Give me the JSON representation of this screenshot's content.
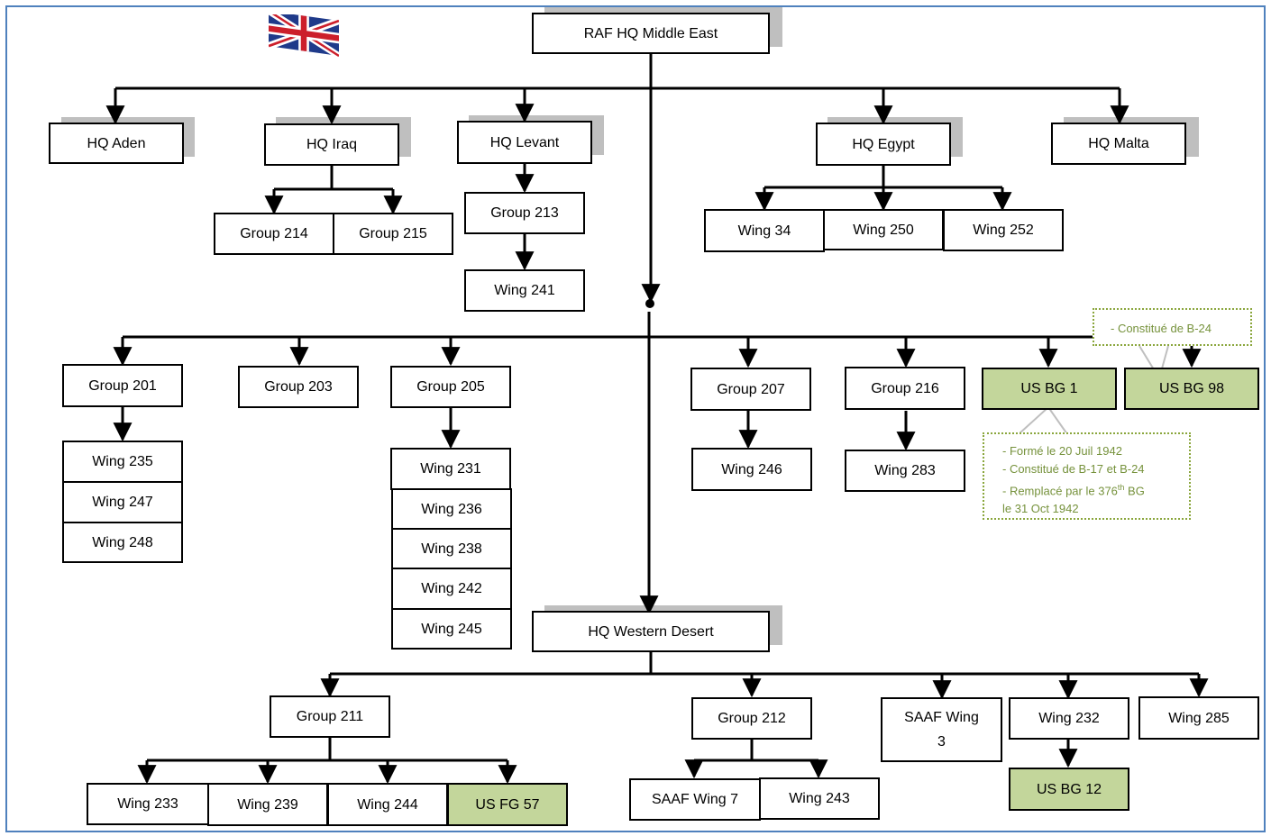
{
  "colors": {
    "line": "#000000",
    "shadow": "#bfbfbf",
    "green_fill": "#c3d69b",
    "note_border": "#8aa63c",
    "note_text": "#76923c",
    "frame": "#4f81bd"
  },
  "flag": {
    "icon": "union-jack-flag-icon"
  },
  "units": {
    "root": "RAF HQ Middle East",
    "aden": "HQ Aden",
    "iraq": "HQ Iraq",
    "levant": "HQ Levant",
    "egypt": "HQ Egypt",
    "malta": "HQ Malta",
    "g214": "Group 214",
    "g215": "Group 215",
    "g213": "Group 213",
    "w241": "Wing 241",
    "w34": "Wing 34",
    "w250": "Wing 250",
    "w252": "Wing 252",
    "g201": "Group 201",
    "g203": "Group 203",
    "g205": "Group 205",
    "g207": "Group 207",
    "g216": "Group 216",
    "usbg1": "US BG 1",
    "usbg98": "US BG 98",
    "w235": "Wing 235",
    "w247": "Wing 247",
    "w248": "Wing 248",
    "w231": "Wing 231",
    "w236": "Wing 236",
    "w238": "Wing 238",
    "w242": "Wing 242",
    "w245": "Wing 245",
    "w246": "Wing 246",
    "w283": "Wing 283",
    "hqwd": "HQ Western Desert",
    "g211": "Group 211",
    "g212": "Group 212",
    "saaf3_line1": "SAAF Wing",
    "saaf3_line2": "3",
    "w232": "Wing 232",
    "w285": "Wing 285",
    "usbg12": "US BG 12",
    "w233": "Wing 233",
    "w239": "Wing 239",
    "w244": "Wing 244",
    "usfg57": "US FG 57",
    "saaf7": "SAAF Wing 7",
    "w243": "Wing 243"
  },
  "notes": {
    "bg98": {
      "line1": "- Constitué de B-24"
    },
    "bg1": {
      "line1": "- Formé le 20 Juil 1942",
      "line2": "- Constitué de B-17 et B-24",
      "line3_pre": "- Remplacé par le 376",
      "line3_sup": "th",
      "line3_post": " BG",
      "line4": "le 31 Oct 1942"
    }
  }
}
